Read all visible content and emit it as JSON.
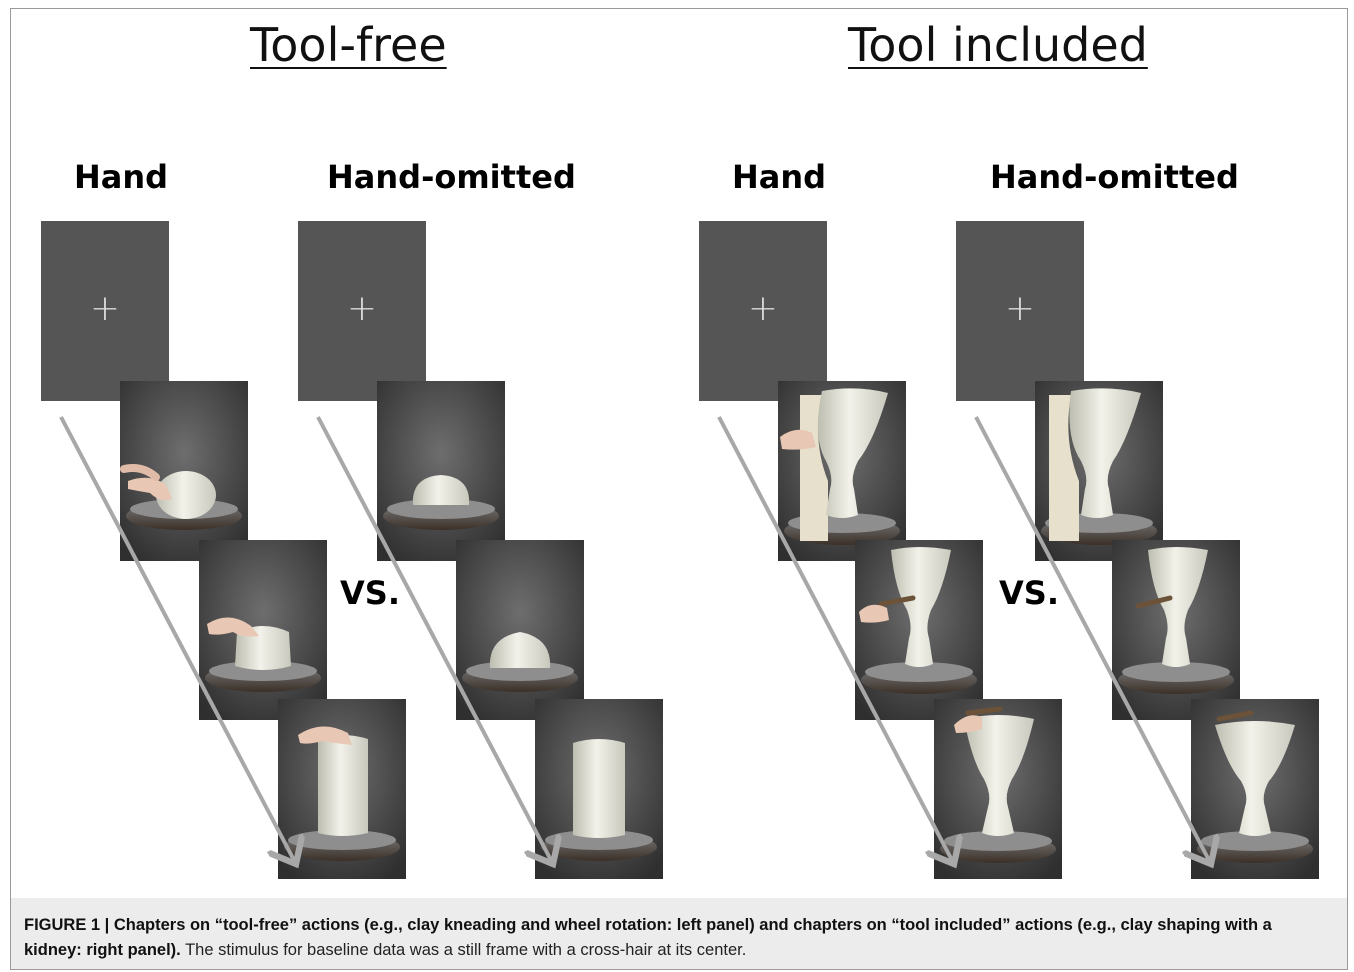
{
  "figure": {
    "panels": [
      {
        "title": "Tool-free",
        "columns": [
          {
            "heading": "Hand"
          },
          {
            "heading": "Hand-omitted"
          }
        ],
        "vs": "VS."
      },
      {
        "title": "Tool included",
        "columns": [
          {
            "heading": "Hand"
          },
          {
            "heading": "Hand-omitted"
          }
        ],
        "vs": "VS."
      }
    ],
    "fixation_symbol": "+",
    "caption": {
      "label": "FIGURE 1 | Chapters on “tool-free” actions (e.g., clay kneading and wheel rotation: left panel) and chapters on “tool included” actions (e.g., clay shaping with a kidney: right panel).",
      "text": "The stimulus for baseline data was a still frame with a cross-hair at its center."
    }
  }
}
